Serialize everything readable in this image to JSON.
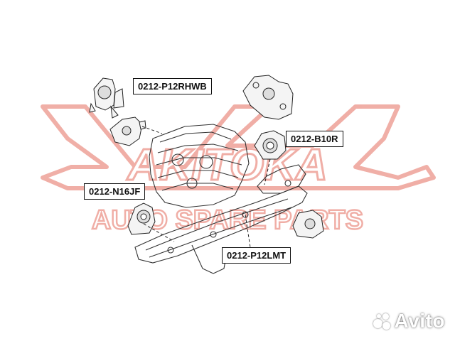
{
  "brand": {
    "watermark_top": "AKITOKA",
    "watermark_bottom": "AUTO SPARE PARTS",
    "watermark_color": "#e8a8a0"
  },
  "callouts": {
    "rhwb": "0212-P12RHWB",
    "b10r": "0212-B10R",
    "n16jf": "0212-N16JF",
    "lmt": "0212-P12LMT"
  },
  "site_watermark": "Avito"
}
